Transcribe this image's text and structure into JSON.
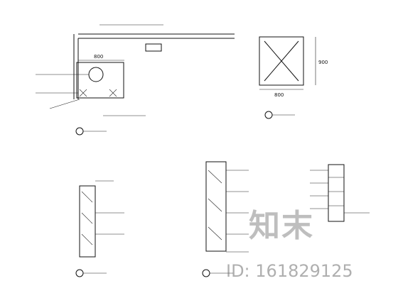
{
  "dimensions": {
    "plan_width": "800",
    "elevation_width": "800",
    "elevation_height": "900"
  },
  "watermark": {
    "logo": "知末",
    "id": "ID: 161829125"
  }
}
